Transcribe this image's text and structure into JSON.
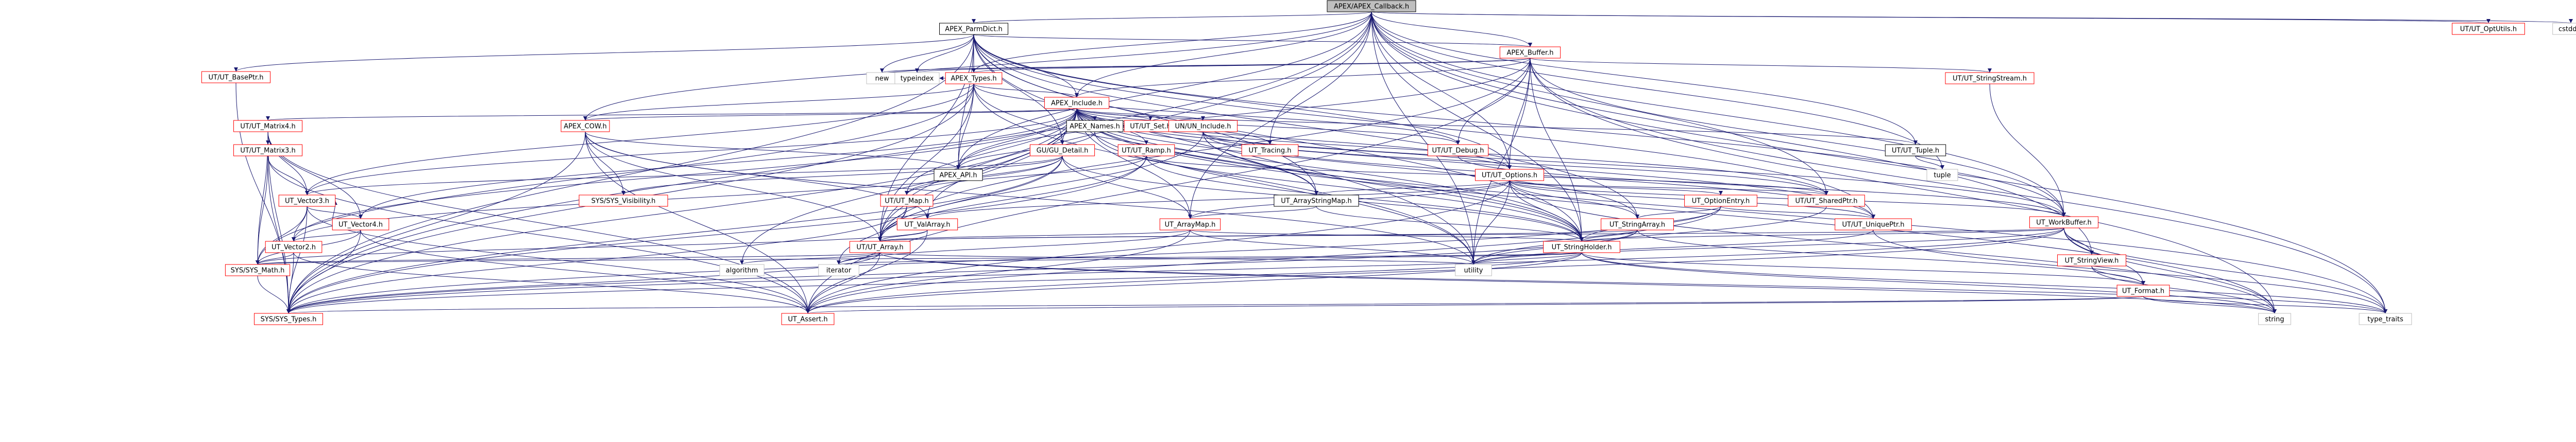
{
  "colors": {
    "edge": "#191970",
    "root_fill": "#bfbfbf",
    "node_border_default": "#000000",
    "node_border_red": "#ff0000",
    "node_border_gray": "#bfbfbf",
    "text_default": "#000000"
  },
  "nodes": [
    {
      "id": "apex_callback",
      "label": "APEX/APEX_Callback.h",
      "style": "root"
    },
    {
      "id": "apex_parmdict",
      "label": "APEX_ParmDict.h",
      "style": "plain"
    },
    {
      "id": "ut_baseptr",
      "label": "UT/UT_BasePtr.h",
      "style": "red"
    },
    {
      "id": "apex_buffer",
      "label": "APEX_Buffer.h",
      "style": "red"
    },
    {
      "id": "ut_stringstream",
      "label": "UT/UT_StringStream.h",
      "style": "red"
    },
    {
      "id": "ut_optutils",
      "label": "UT/UT_OptUtils.h",
      "style": "red"
    },
    {
      "id": "cstddef",
      "label": "cstddef",
      "style": "gray"
    },
    {
      "id": "apex_types",
      "label": "APEX_Types.h",
      "style": "red"
    },
    {
      "id": "new",
      "label": "new",
      "style": "gray"
    },
    {
      "id": "typeindex",
      "label": "typeindex",
      "style": "gray"
    },
    {
      "id": "apex_include",
      "label": "APEX_Include.h",
      "style": "red"
    },
    {
      "id": "ut_matrix4",
      "label": "UT/UT_Matrix4.h",
      "style": "red"
    },
    {
      "id": "apex_com",
      "label": "APEX_COW.h",
      "style": "red"
    },
    {
      "id": "apex_names",
      "label": "APEX_Names.h",
      "style": "plain"
    },
    {
      "id": "ut_set",
      "label": "UT/UT_Set.h",
      "style": "red"
    },
    {
      "id": "ut_tracing",
      "label": "UT_Tracing.h",
      "style": "red"
    },
    {
      "id": "un_include",
      "label": "UN/UN_Include.h",
      "style": "red"
    },
    {
      "id": "ut_debug",
      "label": "UT/UT_Debug.h",
      "style": "red"
    },
    {
      "id": "ut_tuple",
      "label": "UT/UT_Tuple.h",
      "style": "plain"
    },
    {
      "id": "tuple",
      "label": "tuple",
      "style": "gray"
    },
    {
      "id": "ut_matrix3",
      "label": "UT/UT_Matrix3.h",
      "style": "red"
    },
    {
      "id": "gu_detail",
      "label": "GU/GU_Detail.h",
      "style": "red"
    },
    {
      "id": "apex_api",
      "label": "APEX_API.h",
      "style": "plain"
    },
    {
      "id": "ut_ramp",
      "label": "UT/UT_Ramp.h",
      "style": "red"
    },
    {
      "id": "ut_options",
      "label": "UT/UT_Options.h",
      "style": "red"
    },
    {
      "id": "sys_visibility",
      "label": "SYS/SYS_Visibility.h",
      "style": "red"
    },
    {
      "id": "ut_map",
      "label": "UT/UT_Map.h",
      "style": "red"
    },
    {
      "id": "ut_arraystringmap",
      "label": "UT_ArrayStringMap.h",
      "style": "plain"
    },
    {
      "id": "ut_optionentry",
      "label": "UT_OptionEntry.h",
      "style": "red"
    },
    {
      "id": "ut_sharedptr",
      "label": "UT/UT_SharedPtr.h",
      "style": "red"
    },
    {
      "id": "ut_workbuffer",
      "label": "UT_WorkBuffer.h",
      "style": "red"
    },
    {
      "id": "ut_vector3",
      "label": "UT_Vector3.h",
      "style": "red"
    },
    {
      "id": "ut_valarray",
      "label": "UT_ValArray.h",
      "style": "red"
    },
    {
      "id": "ut_arraymap",
      "label": "UT_ArrayMap.h",
      "style": "red"
    },
    {
      "id": "ut_stringarray",
      "label": "UT_StringArray.h",
      "style": "red"
    },
    {
      "id": "ut_uniqueptr",
      "label": "UT/UT_UniquePtr.h",
      "style": "red"
    },
    {
      "id": "ut_stringview",
      "label": "UT_StringView.h",
      "style": "red"
    },
    {
      "id": "ut_vector4",
      "label": "UT_Vector4.h",
      "style": "red"
    },
    {
      "id": "ut_array",
      "label": "UT/UT_Array.h",
      "style": "red"
    },
    {
      "id": "ut_stringholder",
      "label": "UT_StringHolder.h",
      "style": "red"
    },
    {
      "id": "ut_vector2",
      "label": "UT_Vector2.h",
      "style": "red"
    },
    {
      "id": "algorithm",
      "label": "algorithm",
      "style": "gray"
    },
    {
      "id": "iterator",
      "label": "iterator",
      "style": "gray"
    },
    {
      "id": "utility",
      "label": "utility",
      "style": "gray"
    },
    {
      "id": "ut_format",
      "label": "UT_Format.h",
      "style": "red"
    },
    {
      "id": "sys_math",
      "label": "SYS/SYS_Math.h",
      "style": "red"
    },
    {
      "id": "sys_types",
      "label": "SYS/SYS_Types.h",
      "style": "red"
    },
    {
      "id": "ut_assert",
      "label": "UT_Assert.h",
      "style": "red"
    },
    {
      "id": "string",
      "label": "string",
      "style": "gray"
    },
    {
      "id": "type_traits",
      "label": "type_traits",
      "style": "gray"
    }
  ],
  "edges": [
    [
      "apex_callback",
      "apex_parmdict"
    ],
    [
      "apex_callback",
      "ut_optutils"
    ],
    [
      "apex_callback",
      "cstddef"
    ],
    [
      "apex_callback",
      "apex_buffer"
    ],
    [
      "apex_callback",
      "apex_types"
    ],
    [
      "apex_callback",
      "apex_include"
    ],
    [
      "apex_callback",
      "apex_api"
    ],
    [
      "apex_callback",
      "ut_tuple"
    ],
    [
      "apex_callback",
      "ut_options"
    ],
    [
      "apex_callback",
      "ut_sharedptr"
    ],
    [
      "apex_callback",
      "ut_workbuffer"
    ],
    [
      "apex_callback",
      "ut_array"
    ],
    [
      "apex_callback",
      "ut_stringholder"
    ],
    [
      "apex_callback",
      "sys_types"
    ],
    [
      "apex_callback",
      "tuple"
    ],
    [
      "apex_callback",
      "type_traits"
    ],
    [
      "apex_callback",
      "utility"
    ],
    [
      "apex_callback",
      "apex_com"
    ],
    [
      "apex_callback",
      "ut_arraymap"
    ],
    [
      "apex_callback",
      "ut_stringview"
    ],
    [
      "apex_callback",
      "ut_tracing"
    ],
    [
      "apex_parmdict",
      "ut_baseptr"
    ],
    [
      "apex_parmdict",
      "apex_buffer"
    ],
    [
      "apex_parmdict",
      "apex_types"
    ],
    [
      "apex_parmdict",
      "apex_include"
    ],
    [
      "apex_parmdict",
      "apex_api"
    ],
    [
      "apex_parmdict",
      "ut_options"
    ],
    [
      "apex_parmdict",
      "ut_stringholder"
    ],
    [
      "apex_parmdict",
      "ut_arraystringmap"
    ],
    [
      "apex_parmdict",
      "ut_workbuffer"
    ],
    [
      "apex_parmdict",
      "new"
    ],
    [
      "apex_parmdict",
      "typeindex"
    ],
    [
      "apex_parmdict",
      "utility"
    ],
    [
      "apex_parmdict",
      "ut_array"
    ],
    [
      "apex_parmdict",
      "sys_types"
    ],
    [
      "apex_parmdict",
      "gu_detail"
    ],
    [
      "apex_parmdict",
      "ut_stringarray"
    ],
    [
      "apex_parmdict",
      "ut_uniqueptr"
    ],
    [
      "ut_baseptr",
      "sys_types"
    ],
    [
      "apex_buffer",
      "ut_stringstream"
    ],
    [
      "apex_buffer",
      "apex_types"
    ],
    [
      "apex_buffer",
      "apex_include"
    ],
    [
      "apex_buffer",
      "ut_debug"
    ],
    [
      "apex_buffer",
      "ut_options"
    ],
    [
      "apex_buffer",
      "ut_workbuffer"
    ],
    [
      "apex_buffer",
      "ut_stringholder"
    ],
    [
      "apex_buffer",
      "ut_array"
    ],
    [
      "apex_buffer",
      "string"
    ],
    [
      "apex_buffer",
      "type_traits"
    ],
    [
      "apex_buffer",
      "utility"
    ],
    [
      "apex_buffer",
      "ut_assert"
    ],
    [
      "apex_buffer",
      "apex_api"
    ],
    [
      "apex_buffer",
      "new"
    ],
    [
      "apex_buffer",
      "typeindex"
    ],
    [
      "ut_stringstream",
      "ut_workbuffer"
    ],
    [
      "apex_types",
      "new"
    ],
    [
      "apex_types",
      "typeindex"
    ],
    [
      "apex_types",
      "apex_include"
    ],
    [
      "apex_types",
      "apex_api"
    ],
    [
      "apex_types",
      "apex_com"
    ],
    [
      "apex_types",
      "ut_debug"
    ],
    [
      "apex_types",
      "sys_types"
    ],
    [
      "apex_types",
      "ut_array"
    ],
    [
      "apex_types",
      "ut_stringholder"
    ],
    [
      "apex_types",
      "ut_vector3"
    ],
    [
      "apex_types",
      "sys_math"
    ],
    [
      "apex_types",
      "utility"
    ],
    [
      "apex_include",
      "ut_matrix4"
    ],
    [
      "apex_include",
      "apex_com"
    ],
    [
      "apex_include",
      "apex_names"
    ],
    [
      "apex_include",
      "ut_set"
    ],
    [
      "apex_include",
      "ut_tracing"
    ],
    [
      "apex_include",
      "un_include"
    ],
    [
      "apex_include",
      "ut_debug"
    ],
    [
      "apex_include",
      "ut_tuple"
    ],
    [
      "apex_include",
      "gu_detail"
    ],
    [
      "apex_include",
      "ut_ramp"
    ],
    [
      "apex_include",
      "ut_options"
    ],
    [
      "apex_include",
      "ut_map"
    ],
    [
      "apex_include",
      "ut_arraystringmap"
    ],
    [
      "apex_include",
      "ut_sharedptr"
    ],
    [
      "apex_include",
      "ut_valarray"
    ],
    [
      "apex_include",
      "ut_arraymap"
    ],
    [
      "apex_include",
      "ut_stringarray"
    ],
    [
      "apex_include",
      "ut_uniqueptr"
    ],
    [
      "apex_include",
      "ut_array"
    ],
    [
      "apex_include",
      "ut_stringholder"
    ],
    [
      "apex_include",
      "sys_types"
    ],
    [
      "apex_include",
      "algorithm"
    ],
    [
      "apex_include",
      "utility"
    ],
    [
      "apex_include",
      "apex_api"
    ],
    [
      "apex_include",
      "ut_vector3"
    ],
    [
      "apex_include",
      "ut_vector4"
    ],
    [
      "apex_include",
      "ut_vector2"
    ],
    [
      "apex_include",
      "string"
    ],
    [
      "apex_include",
      "type_traits"
    ],
    [
      "apex_include",
      "ut_workbuffer"
    ],
    [
      "ut_matrix4",
      "ut_matrix3"
    ],
    [
      "ut_matrix4",
      "ut_vector3"
    ],
    [
      "ut_matrix4",
      "ut_vector4"
    ],
    [
      "ut_matrix4",
      "sys_math"
    ],
    [
      "ut_matrix4",
      "sys_types"
    ],
    [
      "ut_matrix4",
      "ut_assert"
    ],
    [
      "ut_matrix3",
      "ut_vector3"
    ],
    [
      "ut_matrix3",
      "sys_math"
    ],
    [
      "ut_matrix3",
      "sys_types"
    ],
    [
      "ut_matrix3",
      "ut_assert"
    ],
    [
      "apex_com",
      "apex_api"
    ],
    [
      "apex_com",
      "sys_visibility"
    ],
    [
      "apex_com",
      "ut_array"
    ],
    [
      "apex_com",
      "utility"
    ],
    [
      "apex_com",
      "sys_types"
    ],
    [
      "apex_com",
      "ut_assert"
    ],
    [
      "apex_com",
      "ut_valarray"
    ],
    [
      "apex_names",
      "apex_api"
    ],
    [
      "apex_names",
      "ut_stringholder"
    ],
    [
      "un_include",
      "ut_options"
    ],
    [
      "un_include",
      "ut_stringholder"
    ],
    [
      "un_include",
      "ut_arraystringmap"
    ],
    [
      "un_include",
      "ut_sharedptr"
    ],
    [
      "un_include",
      "ut_uniqueptr"
    ],
    [
      "un_include",
      "ut_array"
    ],
    [
      "ut_debug",
      "ut_workbuffer"
    ],
    [
      "ut_tuple",
      "tuple"
    ],
    [
      "gu_detail",
      "sys_visibility"
    ],
    [
      "gu_detail",
      "ut_map"
    ],
    [
      "gu_detail",
      "ut_vector3"
    ],
    [
      "gu_detail",
      "ut_array"
    ],
    [
      "gu_detail",
      "ut_vector2"
    ],
    [
      "gu_detail",
      "sys_types"
    ],
    [
      "gu_detail",
      "ut_arraymap"
    ],
    [
      "gu_detail",
      "ut_stringholder"
    ],
    [
      "ut_ramp",
      "ut_map"
    ],
    [
      "ut_ramp",
      "ut_array"
    ],
    [
      "ut_ramp",
      "ut_stringholder"
    ],
    [
      "ut_ramp",
      "sys_types"
    ],
    [
      "ut_ramp",
      "ut_sharedptr"
    ],
    [
      "ut_options",
      "ut_optionentry"
    ],
    [
      "ut_options",
      "ut_stringarray"
    ],
    [
      "ut_options",
      "ut_uniqueptr"
    ],
    [
      "ut_options",
      "ut_arraystringmap"
    ],
    [
      "ut_options",
      "ut_valarray"
    ],
    [
      "ut_options",
      "ut_stringholder"
    ],
    [
      "ut_options",
      "ut_workbuffer"
    ],
    [
      "ut_options",
      "utility"
    ],
    [
      "ut_options",
      "ut_sharedptr"
    ],
    [
      "ut_options",
      "ut_arraymap"
    ],
    [
      "ut_options",
      "ut_assert"
    ],
    [
      "ut_options",
      "string"
    ],
    [
      "ut_map",
      "ut_array"
    ],
    [
      "ut_map",
      "iterator"
    ],
    [
      "ut_map",
      "sys_types"
    ],
    [
      "ut_arraystringmap",
      "ut_arraymap"
    ],
    [
      "ut_arraystringmap",
      "ut_stringholder"
    ],
    [
      "ut_optionentry",
      "ut_stringarray"
    ],
    [
      "ut_optionentry",
      "ut_uniqueptr"
    ],
    [
      "ut_optionentry",
      "ut_stringholder"
    ],
    [
      "ut_optionentry",
      "sys_types"
    ],
    [
      "ut_optionentry",
      "ut_assert"
    ],
    [
      "ut_sharedptr",
      "utility"
    ],
    [
      "ut_workbuffer",
      "ut_stringview"
    ],
    [
      "ut_workbuffer",
      "ut_stringholder"
    ],
    [
      "ut_workbuffer",
      "ut_format"
    ],
    [
      "ut_workbuffer",
      "ut_assert"
    ],
    [
      "ut_workbuffer",
      "sys_types"
    ],
    [
      "ut_workbuffer",
      "string"
    ],
    [
      "ut_workbuffer",
      "type_traits"
    ],
    [
      "ut_workbuffer",
      "utility"
    ],
    [
      "ut_workbuffer",
      "ut_array"
    ],
    [
      "ut_vector3",
      "ut_vector4"
    ],
    [
      "ut_vector3",
      "ut_vector2"
    ],
    [
      "ut_vector3",
      "sys_math"
    ],
    [
      "ut_vector3",
      "sys_types"
    ],
    [
      "ut_vector3",
      "ut_assert"
    ],
    [
      "ut_valarray",
      "ut_array"
    ],
    [
      "ut_valarray",
      "sys_math"
    ],
    [
      "ut_valarray",
      "ut_assert"
    ],
    [
      "ut_arraymap",
      "ut_array"
    ],
    [
      "ut_arraymap",
      "ut_stringholder"
    ],
    [
      "ut_arraymap",
      "iterator"
    ],
    [
      "ut_arraymap",
      "utility"
    ],
    [
      "ut_arraymap",
      "ut_assert"
    ],
    [
      "ut_stringarray",
      "ut_array"
    ],
    [
      "ut_stringarray",
      "ut_stringholder"
    ],
    [
      "ut_stringarray",
      "utility"
    ],
    [
      "ut_stringarray",
      "sys_types"
    ],
    [
      "ut_stringarray",
      "ut_format"
    ],
    [
      "ut_uniqueptr",
      "utility"
    ],
    [
      "ut_uniqueptr",
      "type_traits"
    ],
    [
      "ut_stringview",
      "ut_format"
    ],
    [
      "ut_stringview",
      "string"
    ],
    [
      "ut_vector4",
      "ut_vector3"
    ],
    [
      "ut_vector4",
      "ut_vector2"
    ],
    [
      "ut_vector4",
      "sys_math"
    ],
    [
      "ut_vector4",
      "sys_types"
    ],
    [
      "ut_vector4",
      "ut_assert"
    ],
    [
      "ut_array",
      "algorithm"
    ],
    [
      "ut_array",
      "iterator"
    ],
    [
      "ut_array",
      "utility"
    ],
    [
      "ut_array",
      "sys_math"
    ],
    [
      "ut_array",
      "sys_types"
    ],
    [
      "ut_array",
      "ut_assert"
    ],
    [
      "ut_array",
      "string"
    ],
    [
      "ut_array",
      "type_traits"
    ],
    [
      "ut_stringholder",
      "utility"
    ],
    [
      "ut_stringholder",
      "ut_format"
    ],
    [
      "ut_stringholder",
      "ut_assert"
    ],
    [
      "ut_stringholder",
      "sys_types"
    ],
    [
      "ut_stringholder",
      "string"
    ],
    [
      "ut_stringholder",
      "type_traits"
    ],
    [
      "ut_stringholder",
      "iterator"
    ],
    [
      "ut_stringholder",
      "sys_math"
    ],
    [
      "ut_vector2",
      "sys_math"
    ],
    [
      "ut_vector2",
      "sys_types"
    ],
    [
      "ut_vector2",
      "ut_assert"
    ],
    [
      "ut_format",
      "string"
    ],
    [
      "ut_format",
      "type_traits"
    ],
    [
      "ut_format",
      "sys_types"
    ],
    [
      "ut_format",
      "ut_assert"
    ],
    [
      "sys_math",
      "sys_types"
    ]
  ]
}
